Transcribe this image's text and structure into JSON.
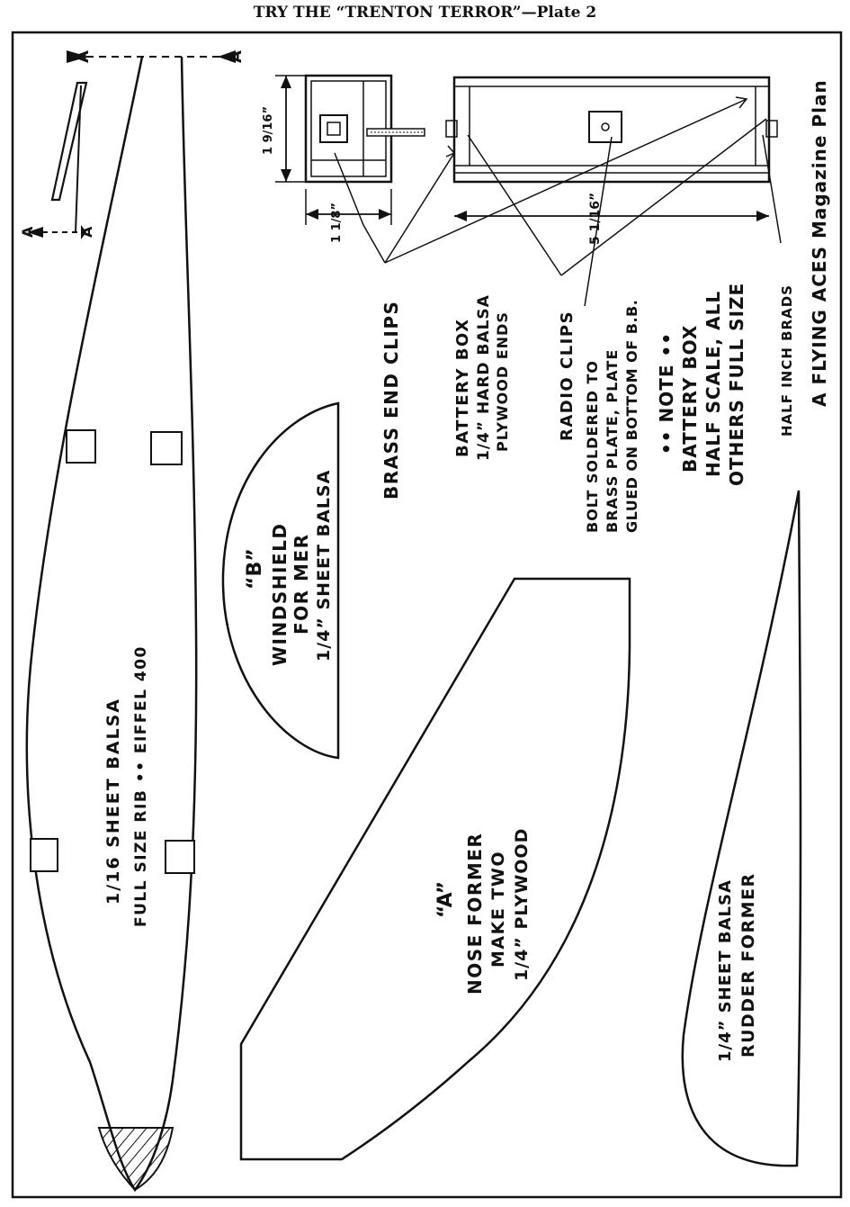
{
  "header": {
    "title": "TRY THE “TRENTON TERROR”—Plate 2"
  },
  "rib": {
    "line1": "1/16 SHEET BALSA",
    "line2": "FULL SIZE RIB •• EIFFEL 400"
  },
  "section_marks": {
    "label": "A"
  },
  "windshield": {
    "letter": "“B”",
    "line1": "WINDSHIELD",
    "line2": "FOR MER",
    "line3": "1/4” SHEET BALSA"
  },
  "nose": {
    "letter": "“A”",
    "line1": "NOSE FORMER",
    "line2": "MAKE TWO",
    "line3": "1/4” PLYWOOD"
  },
  "rudder": {
    "line1": "1/4” SHEET BALSA",
    "line2": "RUDDER FORMER"
  },
  "notes": {
    "brass": "BRASS END CLIPS",
    "battery": [
      "BATTERY BOX",
      "1/4” HARD BALSA",
      "PLYWOOD ENDS"
    ],
    "radio": "RADIO CLIPS",
    "bolt": [
      "BOLT SOLDERED TO",
      "BRASS PLATE, PLATE",
      "GLUED ON BOTTOM OF B.B."
    ],
    "note": [
      "•• NOTE ••",
      "BATTERY BOX",
      "HALF SCALE, ALL",
      "OTHERS FULL SIZE"
    ],
    "brads": "HALF INCH BRADS",
    "credit": "A FLYING ACES Magazine Plan"
  },
  "dims": {
    "height": "1 9/16”",
    "width": "1 1/8”",
    "length": "5 1/16”"
  }
}
